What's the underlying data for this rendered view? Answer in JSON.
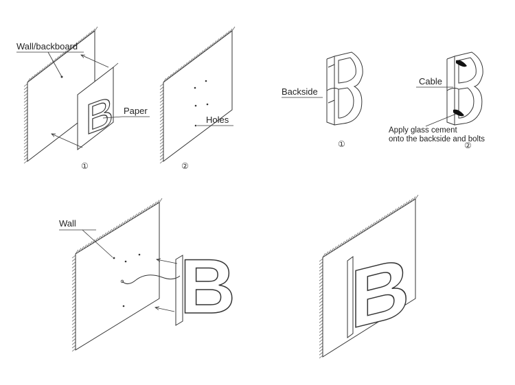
{
  "steps": {
    "s1": {
      "wall_label": "Wall/backboard",
      "paper_label": "Paper",
      "step_number": "①",
      "letter": "B"
    },
    "s2": {
      "holes_label": "Holes",
      "step_number": "②"
    },
    "s3": {
      "backside_label": "Backside",
      "step_number": "①"
    },
    "s4": {
      "cable_label": "Cable",
      "cement_line1": "Apply glass cement",
      "cement_line2": "onto the backside and bolts",
      "step_number": "②"
    },
    "s5": {
      "wall_label": "Wall",
      "letter": "B"
    },
    "s6": {
      "letter": "B"
    }
  },
  "colors": {
    "line": "#333333",
    "hatch": "#666666",
    "background": "#ffffff",
    "dark_fill": "#111111"
  }
}
